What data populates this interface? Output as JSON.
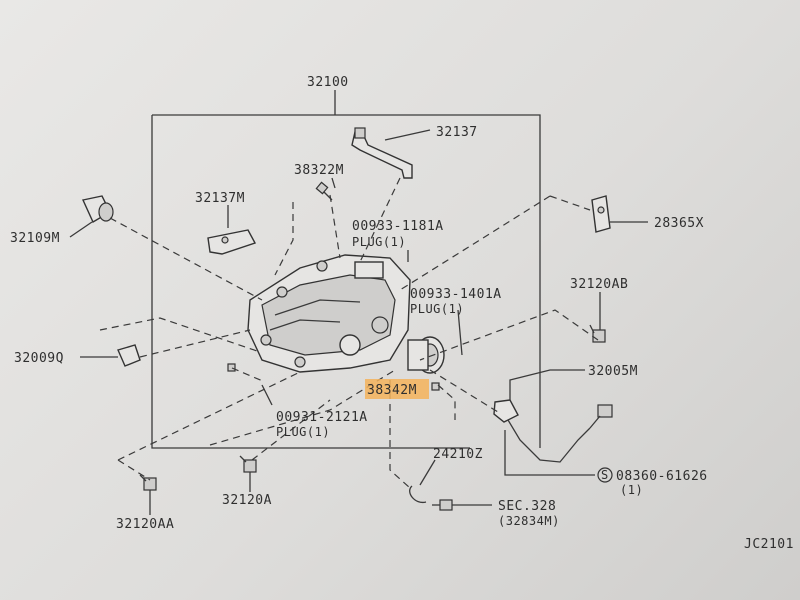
{
  "diagram": {
    "labels": {
      "main_assembly": "32100",
      "bracket_top": "32137",
      "bracket_left": "32137M",
      "bolt_top": "38322M",
      "plug_top_part": "00933-1181A",
      "plug_top_text": "PLUG(1)",
      "plug_mid_part": "00933-1401A",
      "plug_mid_text": "PLUG(1)",
      "plug_bottom_part": "00931-2121A",
      "plug_bottom_text": "PLUG(1)",
      "seal_highlight": "38342M",
      "shaft_left": "32109M",
      "clip_left": "32009Q",
      "bracket_right": "28365X",
      "bolt_right": "32120AB",
      "sensor": "32005M",
      "screw_ref": "08360-61626",
      "screw_qty": "(1)",
      "screw_prefix": "S",
      "clip_bottom": "24210Z",
      "bolt_bottom_left": "32120AA",
      "bolt_bottom": "32120A",
      "sec_ref": "SEC.328",
      "sec_sub": "(32834M)",
      "diagram_code": "JC2101"
    },
    "highlight_color": "#f5b35a"
  }
}
